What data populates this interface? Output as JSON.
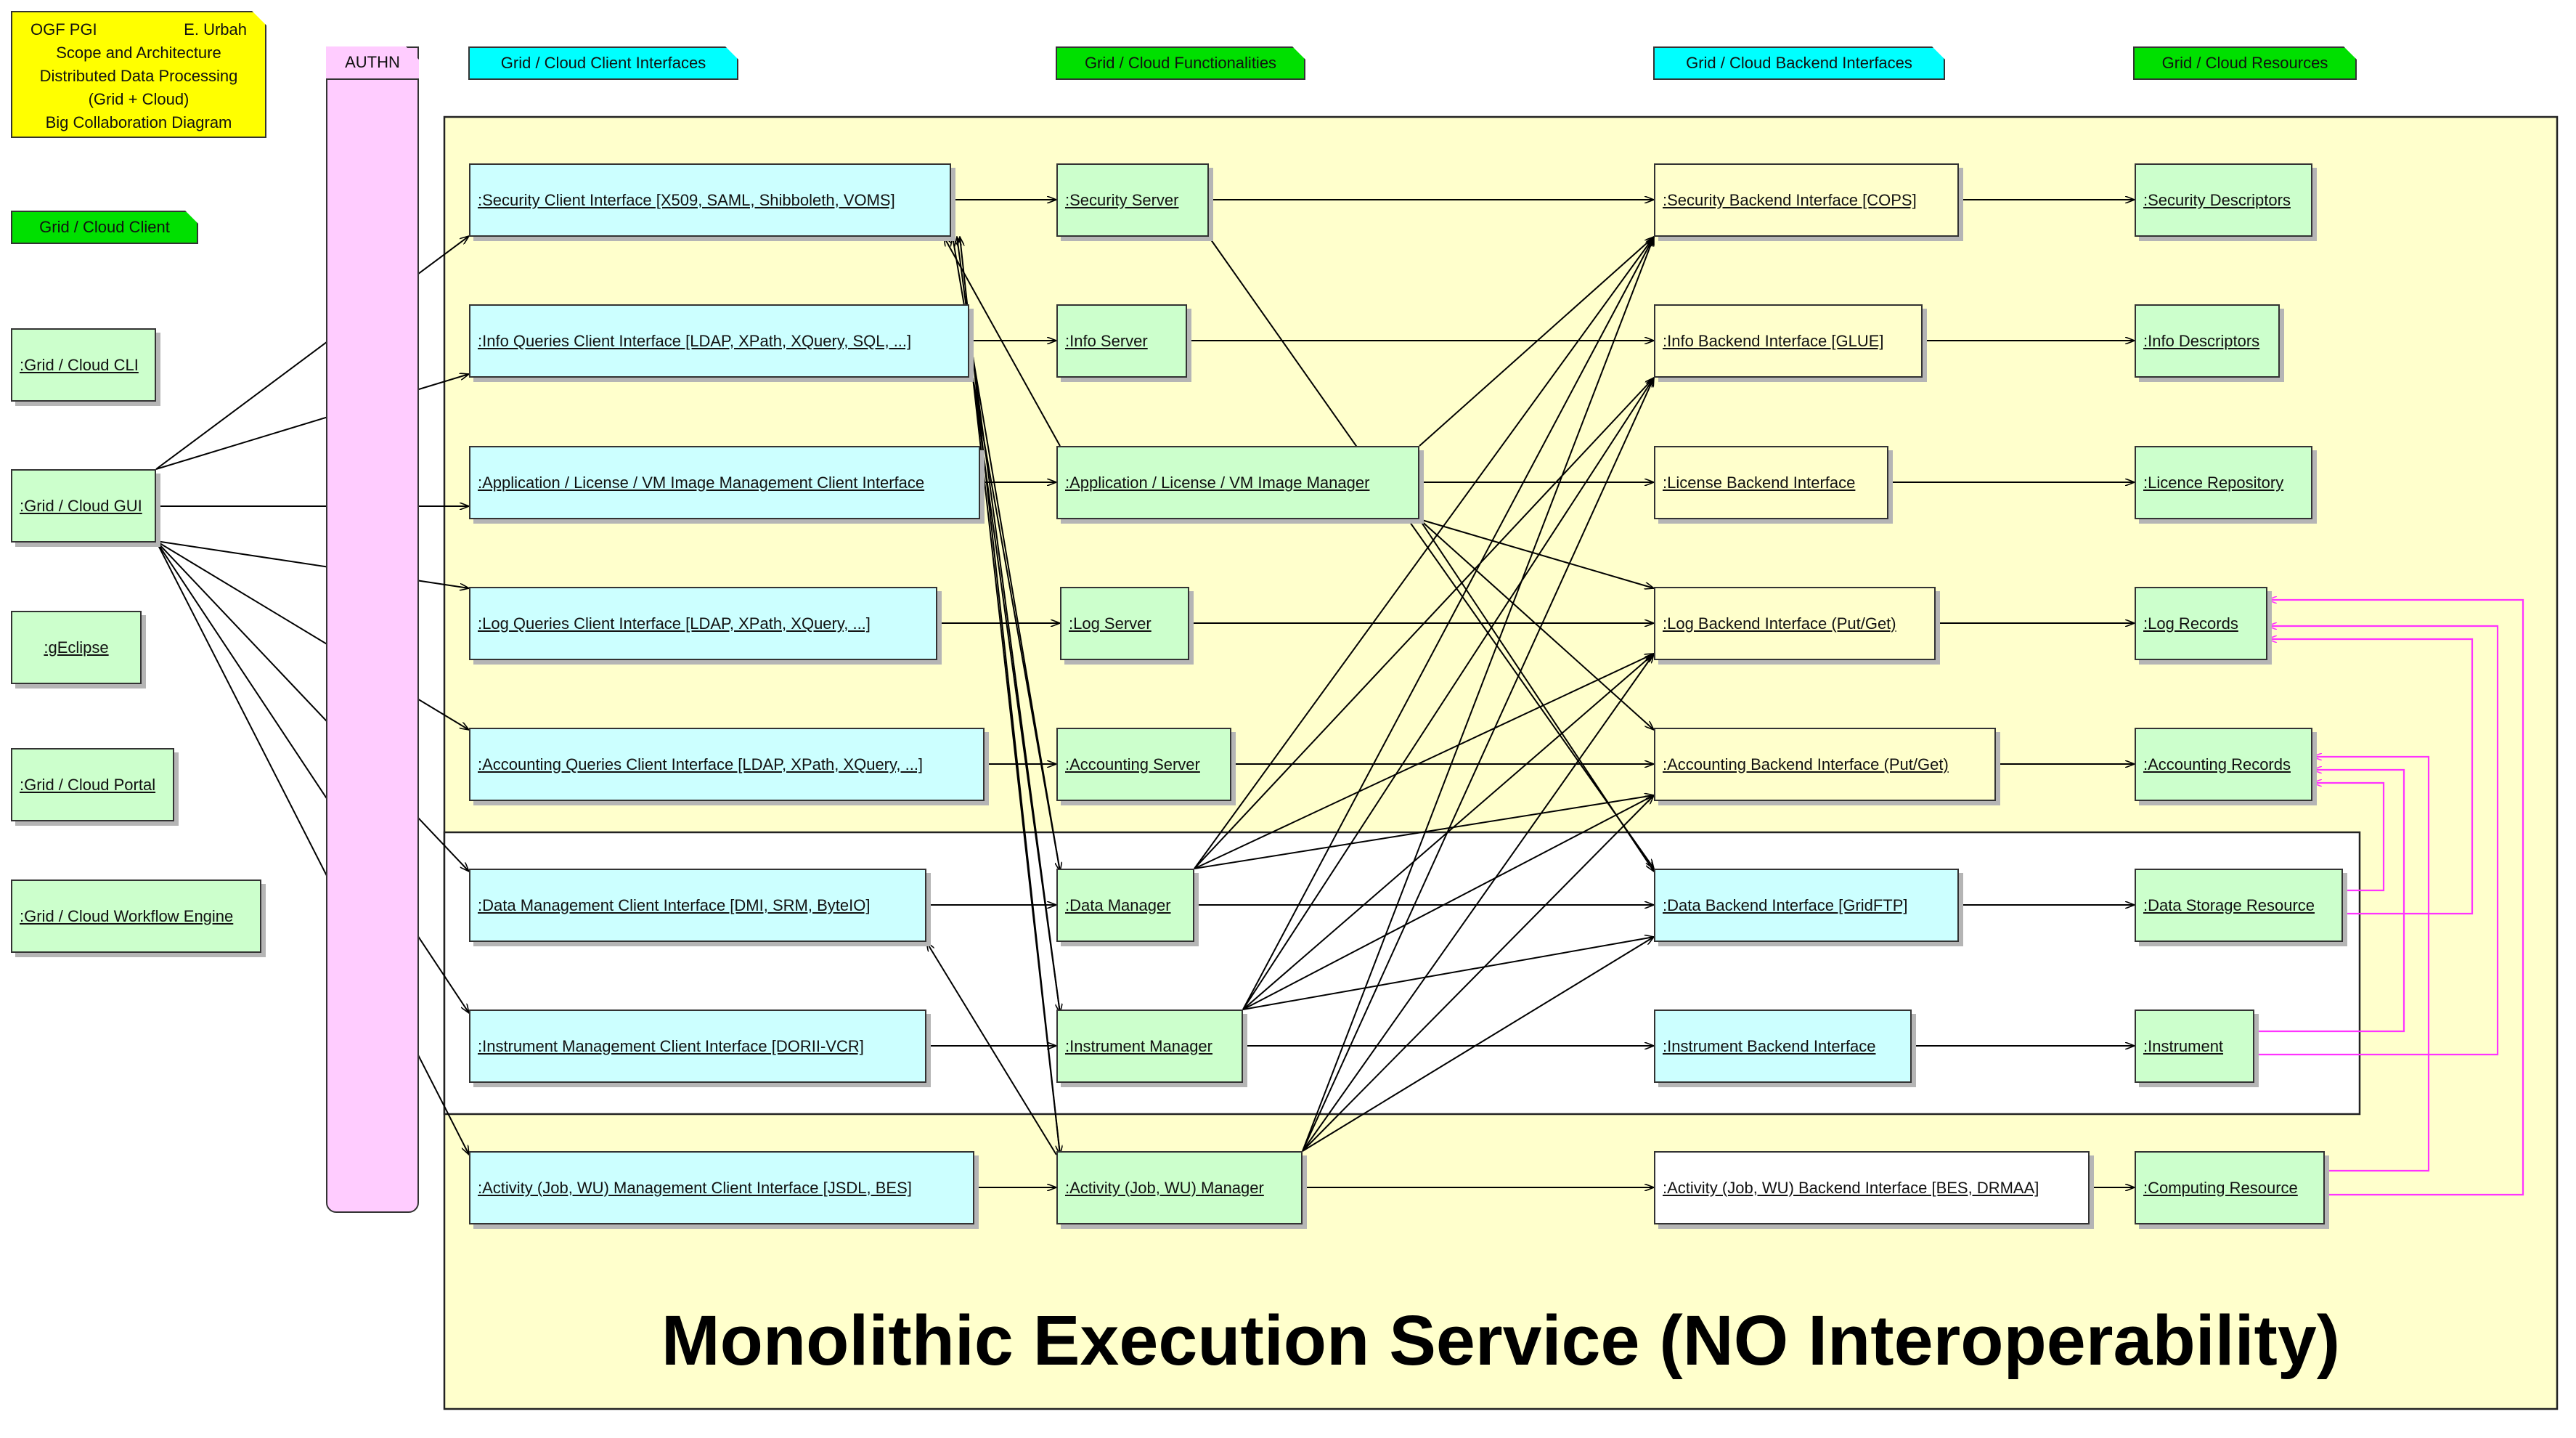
{
  "info_note": {
    "org": "OGF PGI",
    "author": "E. Urbah",
    "lines": [
      "Scope and Architecture",
      "Distributed Data Processing",
      "(Grid + Cloud)",
      "Big Collaboration Diagram"
    ]
  },
  "authn_label": "AUTHN",
  "column_headers": {
    "client": "Grid / Cloud Client",
    "client_interfaces": "Grid / Cloud Client Interfaces",
    "functionalities": "Grid / Cloud Functionalities",
    "backend_interfaces": "Grid / Cloud Backend Interfaces",
    "resources": "Grid / Cloud Resources"
  },
  "clients": {
    "cli": ":Grid / Cloud CLI",
    "gui": ":Grid / Cloud GUI",
    "geclipse": ":gEclipse",
    "portal": ":Grid / Cloud Portal",
    "workflow": ":Grid / Cloud Workflow Engine"
  },
  "client_interfaces": {
    "security": ":Security Client Interface  [X509, SAML, Shibboleth, VOMS]",
    "info": ":Info Queries Client Interface  [LDAP, XPath, XQuery, SQL, ...]",
    "app": ":Application / License / VM Image Management Client Interface",
    "log": ":Log Queries Client Interface  [LDAP, XPath, XQuery, ...]",
    "accounting": ":Accounting Queries Client Interface  [LDAP, XPath, XQuery, ...]",
    "data": ":Data Management Client Interface  [DMI, SRM, ByteIO]",
    "instrument": ":Instrument Management Client Interface  [DORII-VCR]",
    "activity": ":Activity (Job, WU) Management Client Interface  [JSDL, BES]"
  },
  "functionalities": {
    "security": ":Security Server",
    "info": ":Info Server",
    "app": ":Application / License / VM Image Manager",
    "log": ":Log Server",
    "accounting": ":Accounting Server",
    "data": ":Data Manager",
    "instrument": ":Instrument Manager",
    "activity": ":Activity (Job, WU) Manager"
  },
  "backend_interfaces": {
    "security": ":Security Backend Interface [COPS]",
    "info": ":Info Backend Interface  [GLUE]",
    "license": ":License Backend Interface",
    "log": ":Log Backend Interface (Put/Get)",
    "accounting": ":Accounting Backend Interface (Put/Get)",
    "data": ":Data Backend Interface  [GridFTP]",
    "instrument": ":Instrument Backend Interface",
    "activity": ":Activity (Job, WU) Backend Interface  [BES, DRMAA]"
  },
  "resources": {
    "security": ":Security Descriptors",
    "info": ":Info Descriptors",
    "licence": ":Licence Repository",
    "log": ":Log Records",
    "accounting": ":Accounting Records",
    "data": ":Data Storage Resource",
    "instrument": ":Instrument",
    "computing": ":Computing Resource"
  },
  "region_title": "Monolithic  Execution  Service  (NO Interoperability)",
  "colors": {
    "region_fill": "#ffffcc",
    "client_box": "#ccffcc",
    "client_interface_box": "#ccffff",
    "functionality_box": "#ccffcc",
    "backend_interface_box": "#ffffcc",
    "resource_box": "#ccffcc",
    "authn_fill": "#ffccff",
    "note_green": "#00e000",
    "note_cyan": "#00ffff",
    "info_note": "#ffff00",
    "feedback_arrows": "#ff33ff"
  }
}
